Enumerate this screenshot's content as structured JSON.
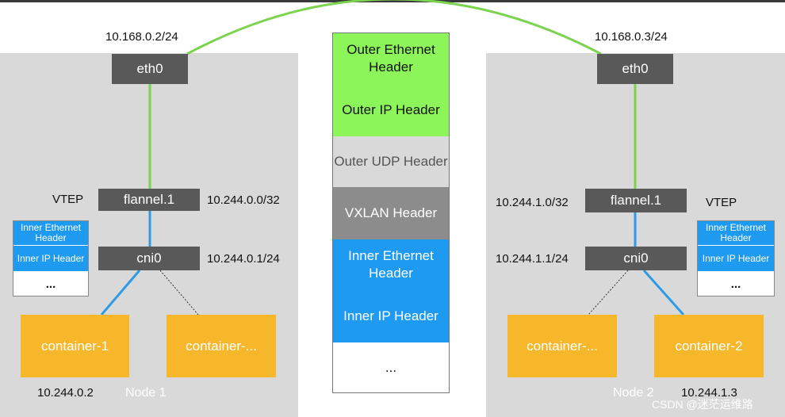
{
  "node1": {
    "eth0_ip": "10.168.0.2/24",
    "eth0": "eth0",
    "vtep": "VTEP",
    "flannel": "flannel.1",
    "flannel_ip": "10.244.0.0/32",
    "cni": "cni0",
    "cni_ip": "10.244.0.1/24",
    "containers": [
      "container-1",
      "container-..."
    ],
    "container_ip": "10.244.0.2",
    "name": "Node 1",
    "mini_headers": [
      "Inner Ethernet Header",
      "Inner IP Header",
      "..."
    ]
  },
  "node2": {
    "eth0_ip": "10.168.0.3/24",
    "eth0": "eth0",
    "vtep": "VTEP",
    "flannel": "flannel.1",
    "flannel_ip": "10.244.1.0/32",
    "cni": "cni0",
    "cni_ip": "10.244.1.1/24",
    "containers": [
      "container-...",
      "container-2"
    ],
    "container_ip": "10.244.1.3",
    "name": "Node 2",
    "mini_headers": [
      "Inner Ethernet Header",
      "Inner IP Header",
      "..."
    ]
  },
  "packet": [
    {
      "label": "Outer Ethernet Header",
      "color": "#8cf55a"
    },
    {
      "label": "Outer IP Header",
      "color": "#8cf55a"
    },
    {
      "label": "Outer UDP Header",
      "color": "#d9d9d9"
    },
    {
      "label": "VXLAN Header",
      "color": "#8c8c8c"
    },
    {
      "label": "Inner Ethernet Header",
      "color": "#1e9bf0"
    },
    {
      "label": "Inner IP Header",
      "color": "#1e9bf0"
    },
    {
      "label": "...",
      "color": "#ffffff"
    }
  ],
  "watermark": "CSDN @迷茫运维路",
  "colors": {
    "green_link": "#7bd34e",
    "blue_link": "#2d9be8",
    "dark_box": "#595959",
    "container": "#f6b72a",
    "node_bg": "#d9d9d9"
  }
}
